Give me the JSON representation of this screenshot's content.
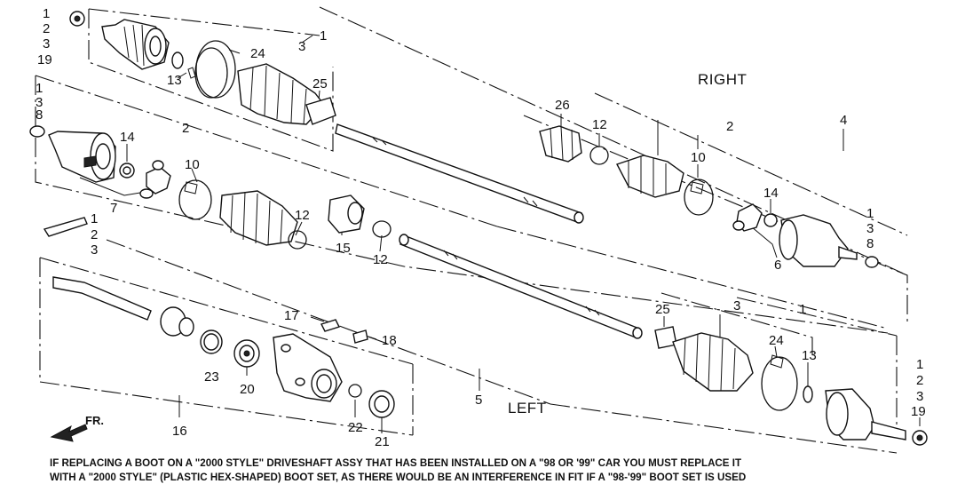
{
  "diagram": {
    "sections": {
      "right": "RIGHT",
      "left": "LEFT",
      "front": "FR."
    },
    "callouts": [
      {
        "id": "c-1a",
        "text": "1"
      },
      {
        "id": "c-2a",
        "text": "2"
      },
      {
        "id": "c-3a",
        "text": "3"
      },
      {
        "id": "c-19a",
        "text": "19"
      },
      {
        "id": "c-1b",
        "text": "1"
      },
      {
        "id": "c-3b",
        "text": "3"
      },
      {
        "id": "c-24a",
        "text": "24"
      },
      {
        "id": "c-13a",
        "text": "13"
      },
      {
        "id": "c-25a",
        "text": "25"
      },
      {
        "id": "c-1c",
        "text": "1"
      },
      {
        "id": "c-3c",
        "text": "3"
      },
      {
        "id": "c-8a",
        "text": "8"
      },
      {
        "id": "c-14a",
        "text": "14"
      },
      {
        "id": "c-2b",
        "text": "2"
      },
      {
        "id": "c-10a",
        "text": "10"
      },
      {
        "id": "c-7",
        "text": "7"
      },
      {
        "id": "c-12a",
        "text": "12"
      },
      {
        "id": "c-15",
        "text": "15"
      },
      {
        "id": "c-12b",
        "text": "12"
      },
      {
        "id": "c-1d",
        "text": "1"
      },
      {
        "id": "c-2c",
        "text": "2"
      },
      {
        "id": "c-3d",
        "text": "3"
      },
      {
        "id": "c-26",
        "text": "26"
      },
      {
        "id": "c-12c",
        "text": "12"
      },
      {
        "id": "c-2d",
        "text": "2"
      },
      {
        "id": "c-10b",
        "text": "10"
      },
      {
        "id": "c-4",
        "text": "4"
      },
      {
        "id": "c-14b",
        "text": "14"
      },
      {
        "id": "c-1e",
        "text": "1"
      },
      {
        "id": "c-3e",
        "text": "3"
      },
      {
        "id": "c-8b",
        "text": "8"
      },
      {
        "id": "c-6",
        "text": "6"
      },
      {
        "id": "c-17",
        "text": "17"
      },
      {
        "id": "c-18",
        "text": "18"
      },
      {
        "id": "c-23",
        "text": "23"
      },
      {
        "id": "c-20",
        "text": "20"
      },
      {
        "id": "c-16",
        "text": "16"
      },
      {
        "id": "c-22",
        "text": "22"
      },
      {
        "id": "c-21",
        "text": "21"
      },
      {
        "id": "c-5",
        "text": "5"
      },
      {
        "id": "c-25b",
        "text": "25"
      },
      {
        "id": "c-3f",
        "text": "3"
      },
      {
        "id": "c-1f",
        "text": "1"
      },
      {
        "id": "c-24b",
        "text": "24"
      },
      {
        "id": "c-13b",
        "text": "13"
      },
      {
        "id": "c-1g",
        "text": "1"
      },
      {
        "id": "c-2e",
        "text": "2"
      },
      {
        "id": "c-3g",
        "text": "3"
      },
      {
        "id": "c-19b",
        "text": "19"
      }
    ]
  },
  "footer": {
    "line1": "IF REPLACING A BOOT ON A \"2000 STYLE\" DRIVESHAFT ASSY  THAT HAS BEEN INSTALLED ON A \"98 OR '99\" CAR  YOU MUST REPLACE IT",
    "line2": "WITH A \"2000 STYLE\" (PLASTIC HEX-SHAPED) BOOT SET, AS THERE WOULD BE AN INTERFERENCE IN FIT IF A \"98-'99\" BOOT SET IS USED"
  }
}
